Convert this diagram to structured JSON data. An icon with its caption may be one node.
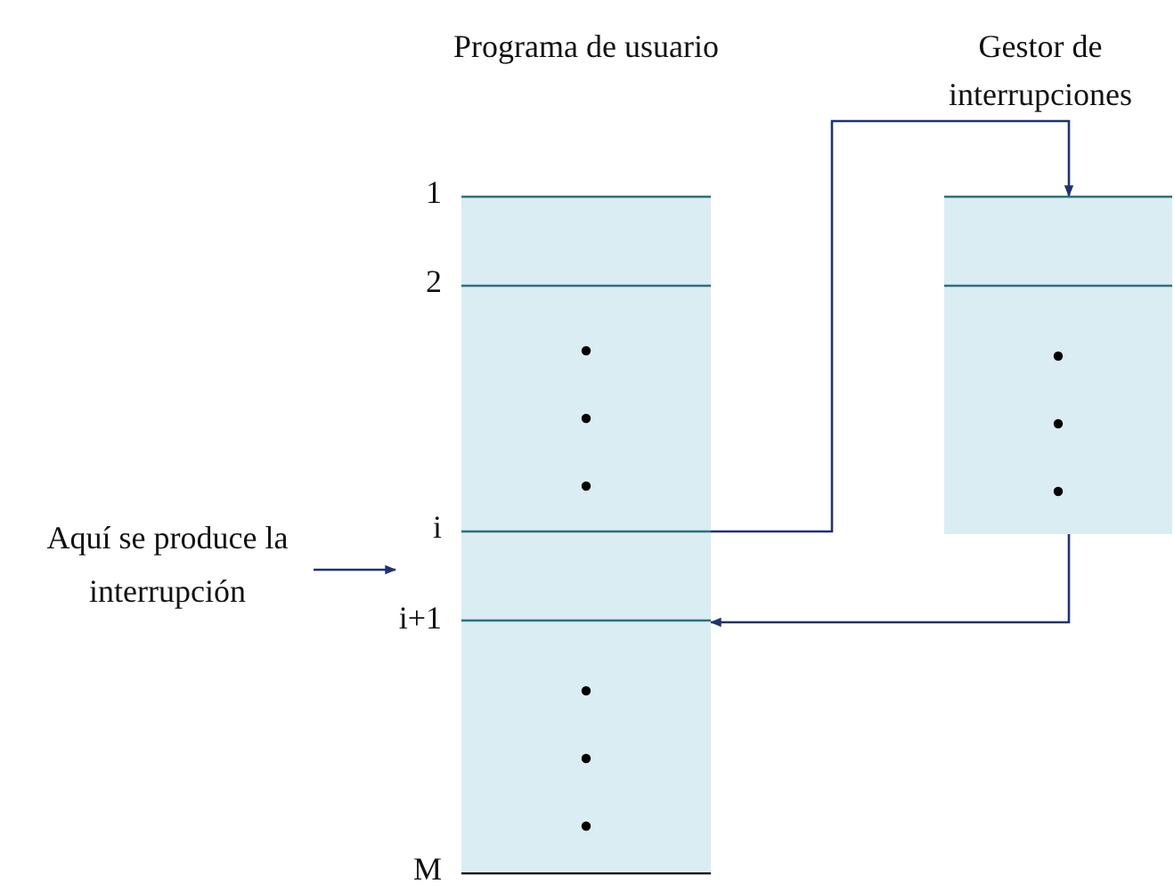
{
  "diagram": {
    "nodes": [
      {
        "text": [
          "Programa de usuario"
        ]
      },
      {
        "text": [
          "Gestor de interrupciones"
        ]
      },
      {
        "text": [
          "Aquí se produce la interrupción"
        ]
      }
    ],
    "edges": [
      {
        "from": 0,
        "to": 1,
        "arrow": "to"
      },
      {
        "from": 1,
        "to": 0,
        "arrow": "to"
      },
      {
        "from": 2,
        "to": null,
        "arrow": "to"
      }
    ],
    "labels": [
      "1",
      "2",
      "i",
      "i+1",
      "M"
    ]
  }
}
